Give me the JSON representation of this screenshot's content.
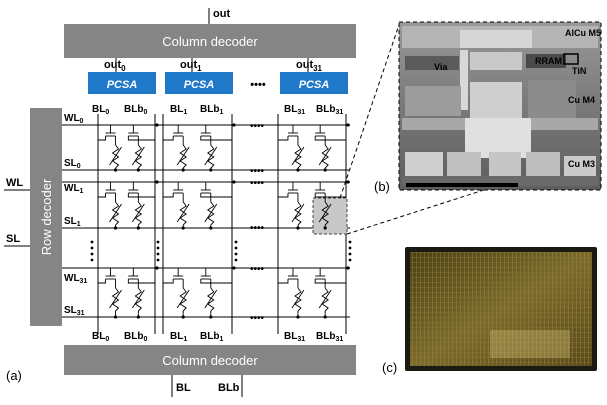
{
  "panel_labels": {
    "a": "(a)",
    "b": "(b)",
    "c": "(c)"
  },
  "decoders": {
    "column_top": "Column decoder",
    "column_bottom": "Column decoder",
    "row": "Row decoder"
  },
  "outputs": {
    "out": "out",
    "out_0": "out",
    "out_0_sub": "0",
    "out_1": "out",
    "out_1_sub": "1",
    "out_31": "out",
    "out_31_sub": "31"
  },
  "sense_amps": [
    "PCSA",
    "PCSA",
    "PCSA"
  ],
  "bitlines": [
    {
      "bl": "BL",
      "bl_sub": "0",
      "blb": "BLb",
      "blb_sub": "0"
    },
    {
      "bl": "BL",
      "bl_sub": "1",
      "blb": "BLb",
      "blb_sub": "1"
    },
    {
      "bl": "BL",
      "bl_sub": "31",
      "blb": "BLb",
      "blb_sub": "31"
    }
  ],
  "rows": [
    {
      "wl": "WL",
      "wl_sub": "0",
      "sl": "SL",
      "sl_sub": "0"
    },
    {
      "wl": "WL",
      "wl_sub": "1",
      "sl": "SL",
      "sl_sub": "1"
    },
    {
      "wl": "WL",
      "wl_sub": "31",
      "sl": "SL",
      "sl_sub": "31"
    }
  ],
  "left_inputs": {
    "wl": "WL",
    "sl": "SL"
  },
  "bottom_labels": {
    "bl": "BL",
    "blb": "BLb"
  },
  "ellipsis": "••••",
  "sem_labels": {
    "alcu": "AlCu M5",
    "via": "Via",
    "rram": "RRAM",
    "tin": "TiN",
    "cu_m4": "Cu M4",
    "cu_m3": "Cu M3"
  },
  "colors": {
    "decoder": "#858585",
    "pcsa": "#1f78c8",
    "highlight": "#c8c8c8",
    "die": "#6b5a22"
  }
}
